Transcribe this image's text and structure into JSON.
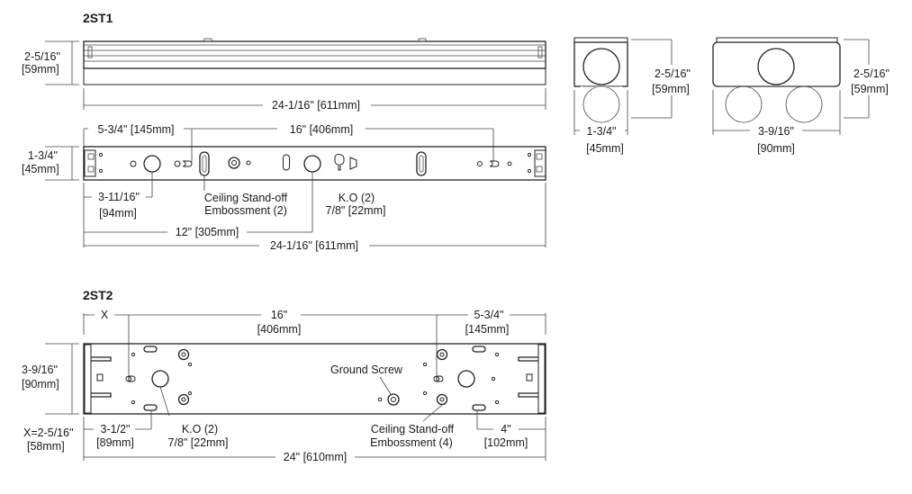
{
  "titles": {
    "st1": "2ST1",
    "st2": "2ST2"
  },
  "st1": {
    "side_height": [
      "2-5/16\"",
      "[59mm]"
    ],
    "side_length": "24-1/16\" [611mm]",
    "top_offset": "5-3/4\" [145mm]",
    "top_spacing": "16\" [406mm]",
    "width": [
      "1-3/4\"",
      "[45mm]"
    ],
    "ko_offset": [
      "3-11/16\"",
      "[94mm]"
    ],
    "standoff_label": [
      "Ceiling Stand-off",
      "Embossment (2)"
    ],
    "ko_label": [
      "K.O (2)",
      "7/8\" [22mm]"
    ],
    "ko_center": "12\" [305mm]",
    "bottom_length": "24-1/16\" [611mm]"
  },
  "end_views": {
    "st1_height": [
      "2-5/16\"",
      "[59mm]"
    ],
    "st1_width": [
      "1-3/4\"",
      "[45mm]"
    ],
    "st2_height": [
      "2-5/16\"",
      "[59mm]"
    ],
    "st2_width": [
      "3-9/16\"",
      "[90mm]"
    ]
  },
  "st2": {
    "x_label": "X",
    "spacing": [
      "16\"",
      "[406mm]"
    ],
    "end_offset": [
      "5-3/4\"",
      "[145mm]"
    ],
    "width": [
      "3-9/16\"",
      "[90mm]"
    ],
    "ground_screw": "Ground Screw",
    "x_value": [
      "X=2-5/16\"",
      "[58mm]"
    ],
    "ko_offset": [
      "3-1/2\"",
      "[89mm]"
    ],
    "ko_label": [
      "K.O (2)",
      "7/8\" [22mm]"
    ],
    "standoff_label": [
      "Ceiling Stand-off",
      "Embossment (4)"
    ],
    "right_offset": [
      "4\"",
      "[102mm]"
    ],
    "total_length": "24\" [610mm]"
  }
}
